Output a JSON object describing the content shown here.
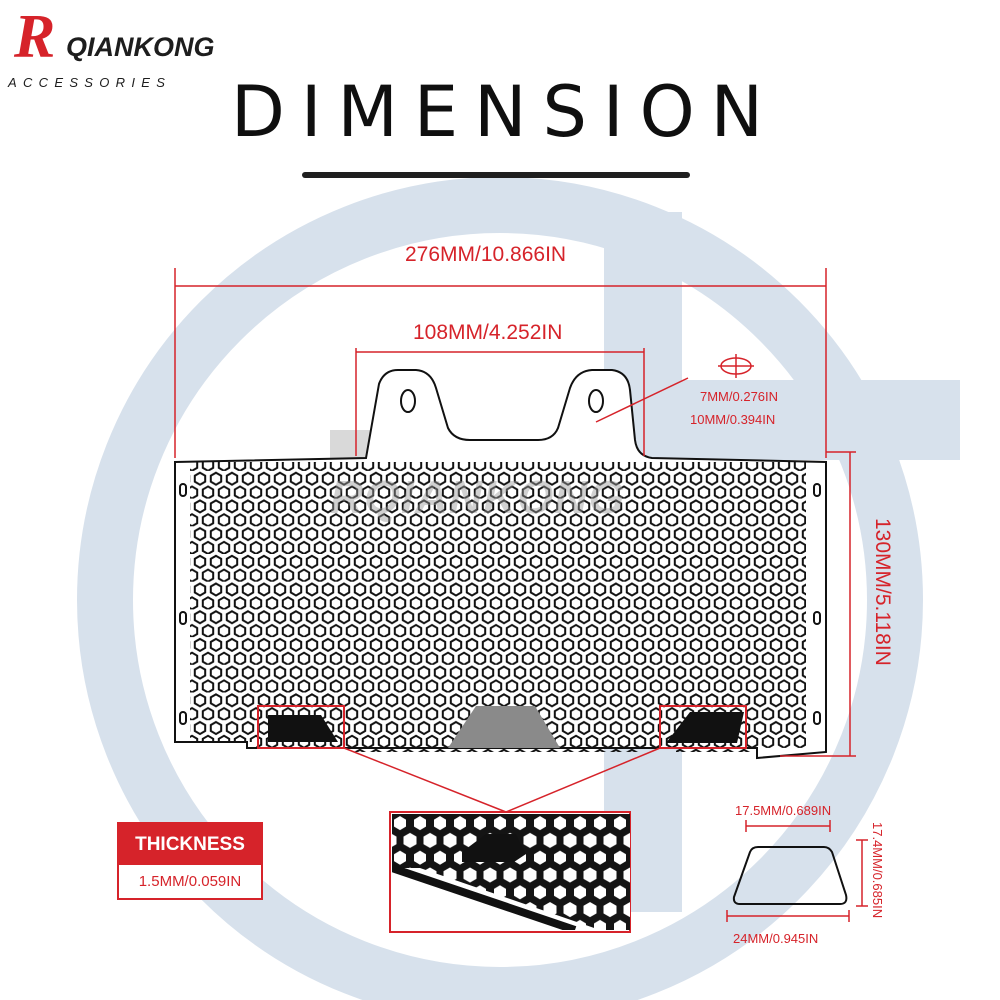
{
  "brand": {
    "logo_initial": "R",
    "logo_name": "QIANKONG",
    "logo_subtitle": "ACCESSORIES",
    "watermark_text": "RQIANKONG"
  },
  "title": "DIMENSION",
  "dimensions": {
    "overall_width": "276MM/10.866IN",
    "bracket_span": "108MM/4.252IN",
    "slot_width": "7MM/0.276IN",
    "slot_length": "10MM/0.394IN",
    "overall_height": "130MM/5.118IN",
    "cutout_top_width": "17.5MM/0.689IN",
    "cutout_height": "17.4MM/0.685IN",
    "cutout_bottom_width": "24MM/0.945IN"
  },
  "thickness": {
    "label": "THICKNESS",
    "value": "1.5MM/0.059IN"
  },
  "colors": {
    "accent_red": "#d6232a",
    "watermark_blue": "#d4deea",
    "grille_black": "#111111"
  }
}
